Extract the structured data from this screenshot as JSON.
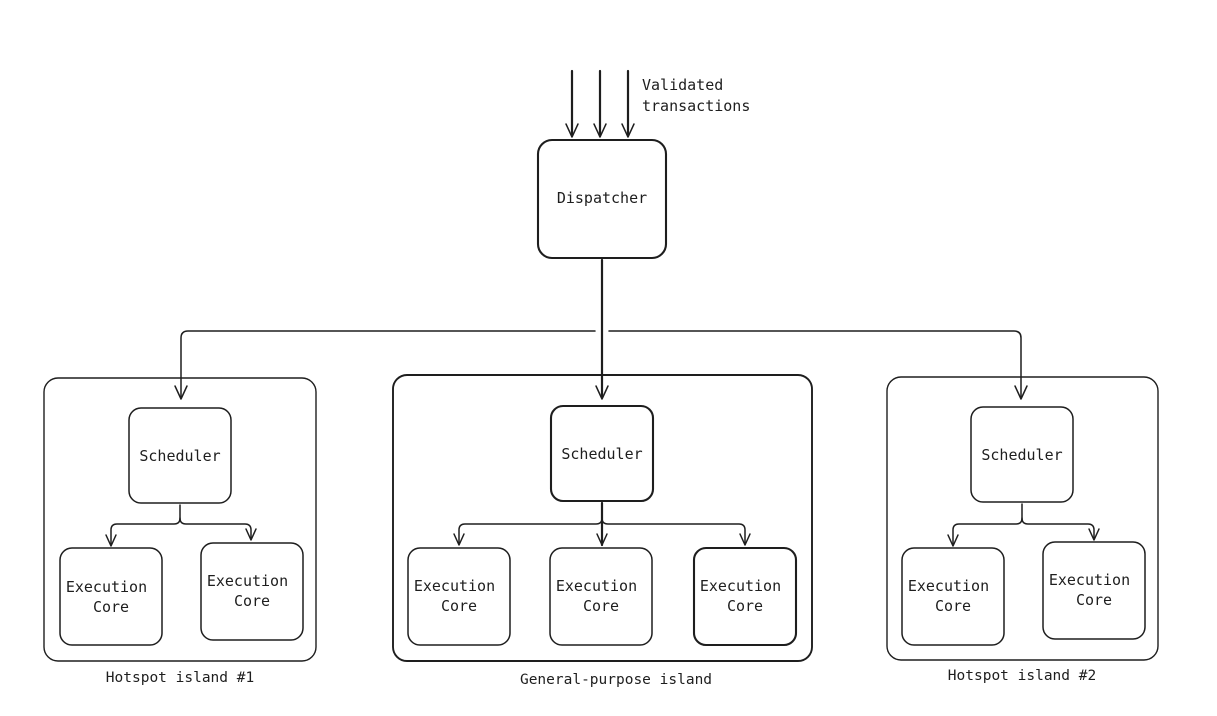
{
  "input": {
    "label_line1": "Validated",
    "label_line2": "transactions",
    "arrow_count": 3
  },
  "dispatcher": {
    "label": "Dispatcher"
  },
  "islands": [
    {
      "caption": "Hotspot island #1",
      "scheduler": {
        "label": "Scheduler"
      },
      "cores": [
        {
          "line1": "Execution",
          "line2": "Core"
        },
        {
          "line1": "Execution",
          "line2": "Core"
        }
      ]
    },
    {
      "caption": "General-purpose island",
      "scheduler": {
        "label": "Scheduler"
      },
      "cores": [
        {
          "line1": "Execution",
          "line2": "Core"
        },
        {
          "line1": "Execution",
          "line2": "Core"
        },
        {
          "line1": "Execution",
          "line2": "Core"
        }
      ]
    },
    {
      "caption": "Hotspot island #2",
      "scheduler": {
        "label": "Scheduler"
      },
      "cores": [
        {
          "line1": "Execution",
          "line2": "Core"
        },
        {
          "line1": "Execution",
          "line2": "Core"
        }
      ]
    }
  ],
  "colors": {
    "stroke": "#1e1e1e",
    "background": "#ffffff"
  }
}
